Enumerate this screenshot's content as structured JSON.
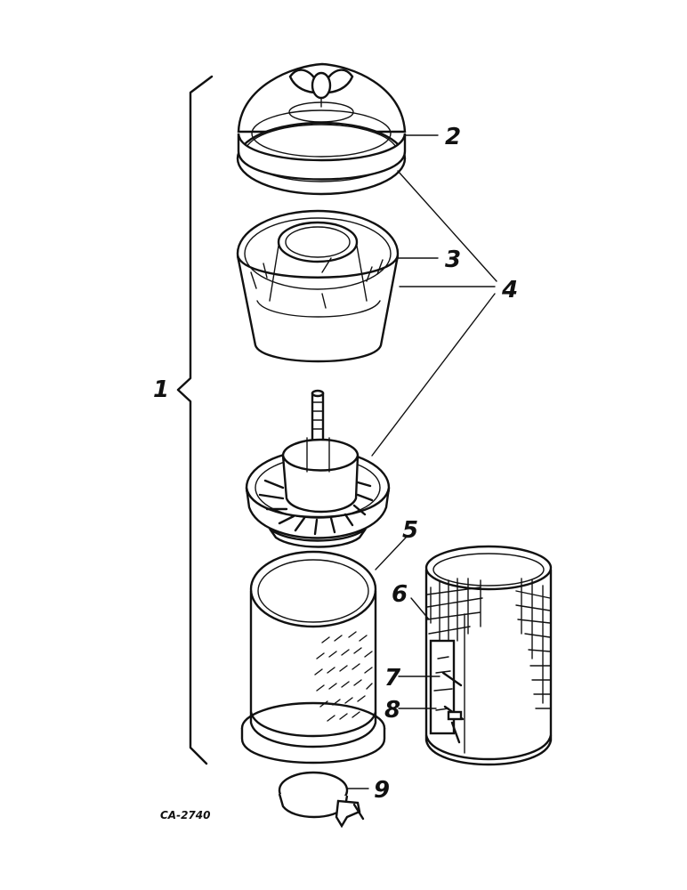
{
  "diagram": {
    "callouts": {
      "c1": "1",
      "c2": "2",
      "c3": "3",
      "c4": "4",
      "c5": "5",
      "c6": "6",
      "c7": "7",
      "c8": "8",
      "c9": "9"
    },
    "ref_code": "CA-2740"
  }
}
